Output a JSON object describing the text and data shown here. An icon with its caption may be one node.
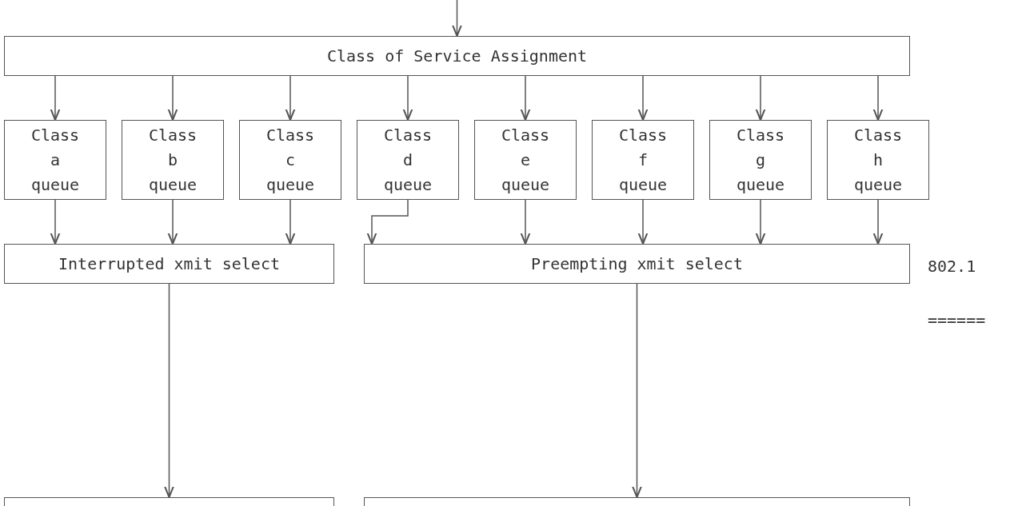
{
  "diagram": {
    "nodes": [
      {
        "text": [
          "Class of Service Assignment"
        ]
      },
      {
        "text": [
          "Class a queue"
        ]
      },
      {
        "text": [
          "Class b queue"
        ]
      },
      {
        "text": [
          "Class c queue"
        ]
      },
      {
        "text": [
          "Class d queue"
        ]
      },
      {
        "text": [
          "Class e queue"
        ]
      },
      {
        "text": [
          "Class f queue"
        ]
      },
      {
        "text": [
          "Class g queue"
        ]
      },
      {
        "text": [
          "Class h queue"
        ]
      },
      {
        "text": [
          "Interrupted xmit select"
        ]
      },
      {
        "text": [
          "Preempting xmit select"
        ]
      },
      {
        "text": [],
        "shape": "box"
      },
      {
        "text": [],
        "shape": "box"
      }
    ],
    "edges": [
      {
        "from": null,
        "to": 0,
        "arrow": "to"
      },
      {
        "from": 0,
        "to": 1,
        "arrow": "to"
      },
      {
        "from": 0,
        "to": 2,
        "arrow": "to"
      },
      {
        "from": 0,
        "to": 3,
        "arrow": "to"
      },
      {
        "from": 0,
        "to": 4,
        "arrow": "to"
      },
      {
        "from": 0,
        "to": 5,
        "arrow": "to"
      },
      {
        "from": 0,
        "to": 6,
        "arrow": "to"
      },
      {
        "from": 0,
        "to": 7,
        "arrow": "to"
      },
      {
        "from": 0,
        "to": 8,
        "arrow": "to"
      },
      {
        "from": 1,
        "to": 9,
        "arrow": "to"
      },
      {
        "from": 2,
        "to": 9,
        "arrow": "to"
      },
      {
        "from": 3,
        "to": 9,
        "arrow": "to"
      },
      {
        "from": 4,
        "to": 10,
        "arrow": "to"
      },
      {
        "from": 5,
        "to": 10,
        "arrow": "to"
      },
      {
        "from": 6,
        "to": 10,
        "arrow": "to"
      },
      {
        "from": 7,
        "to": 10,
        "arrow": "to"
      },
      {
        "from": 8,
        "to": 10,
        "arrow": "to"
      },
      {
        "from": 9,
        "to": 11,
        "arrow": "to"
      },
      {
        "from": 10,
        "to": 12,
        "arrow": "to"
      }
    ],
    "labels": [
      "802.1",
      "======"
    ]
  }
}
